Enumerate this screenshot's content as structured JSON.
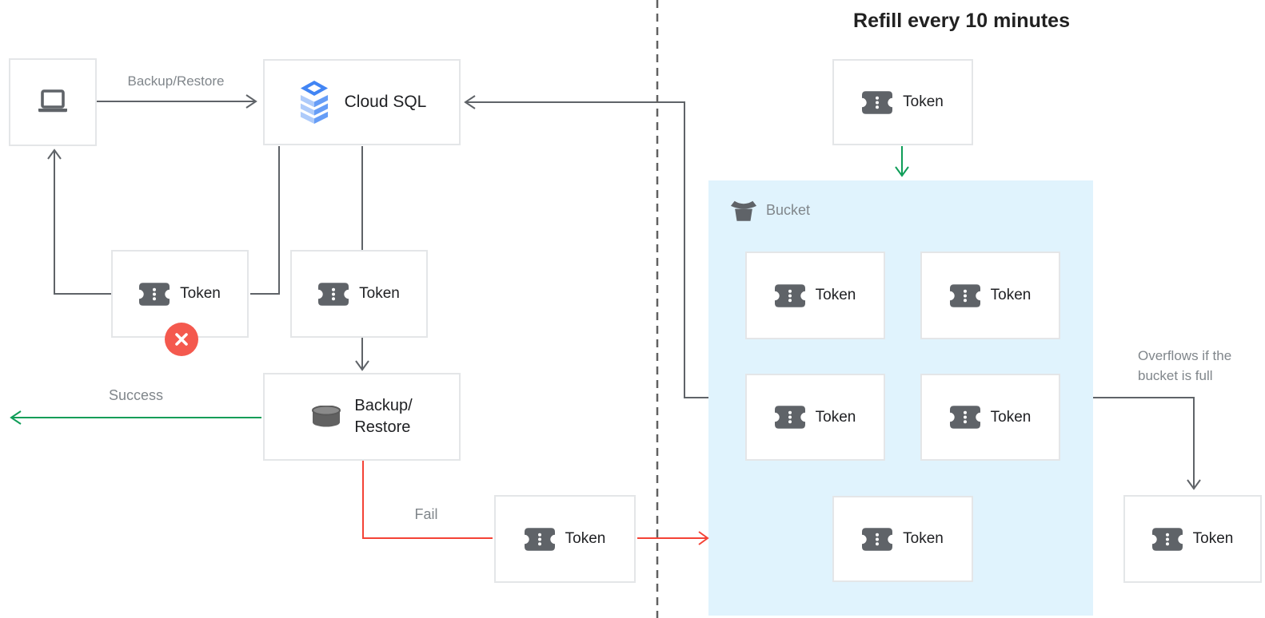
{
  "diagram": {
    "title_right": "Refill every 10 minutes",
    "labels": {
      "backup_restore_arrow": "Backup/Restore",
      "cloud_sql": "Cloud SQL",
      "token": "Token",
      "bucket": "Bucket",
      "success": "Success",
      "fail": "Fail"
    },
    "backup_node": {
      "line1": "Backup/",
      "line2": "Restore"
    },
    "overflow_note": {
      "line1": "Overflows if the",
      "line2": "bucket is full"
    },
    "icons": [
      "laptop-icon",
      "cloud-sql-icon",
      "database-icon",
      "token-icon",
      "bucket-icon",
      "error-x-icon"
    ],
    "colors": {
      "arrow_dark": "#5f6368",
      "success_green": "#0f9d58",
      "fail_red": "#f44336",
      "error_badge": "#f4594e",
      "bucket_fill": "#e0f3fd",
      "box_border": "#e4e6e8",
      "text_dark": "#202124",
      "text_gray": "#80868b",
      "cloud_sql_blue_dark": "#4285f4",
      "cloud_sql_blue_mid": "#669df6",
      "cloud_sql_blue_light": "#aecbfa"
    }
  }
}
